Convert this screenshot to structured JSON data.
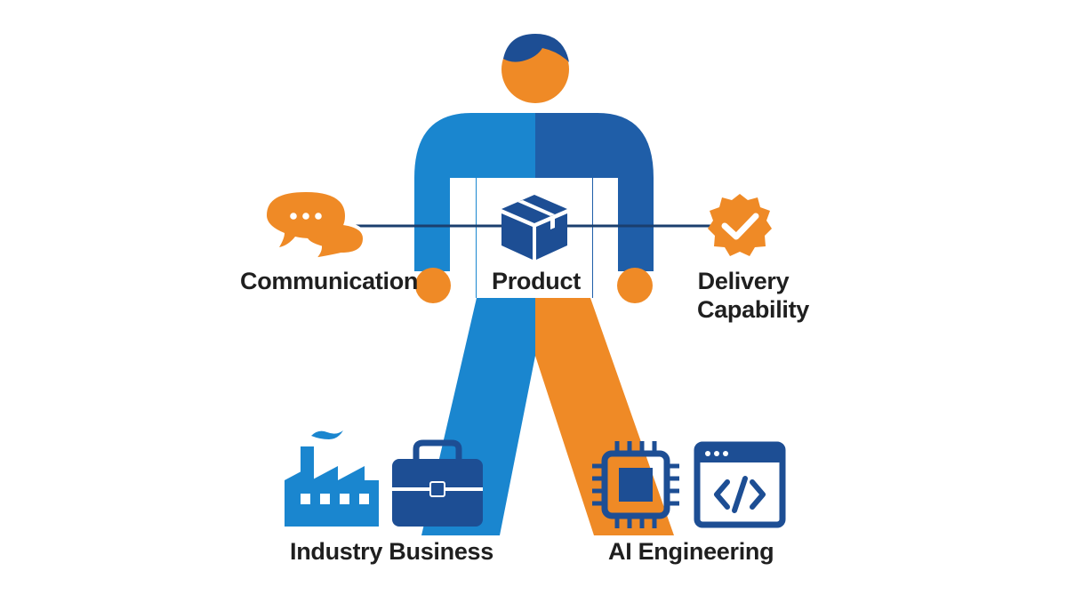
{
  "labels": {
    "communication": "Communication",
    "product": "Product",
    "delivery_line1": "Delivery",
    "delivery_line2": "Capability",
    "industry_business": "Industry Business",
    "ai_engineering": "AI Engineering"
  },
  "icons": {
    "communication": "speech-bubbles-icon",
    "product": "package-box-icon",
    "delivery": "badge-check-icon",
    "industry": "factory-icon",
    "business": "briefcase-icon",
    "ai": "chip-icon",
    "engineering": "code-window-icon"
  },
  "colors": {
    "orange": "#ef8a26",
    "blue_light": "#1a86cf",
    "blue_dark": "#1f5ea8",
    "navy": "#1d4e94",
    "line": "#1b3f6e",
    "text": "#1f1f1f"
  }
}
